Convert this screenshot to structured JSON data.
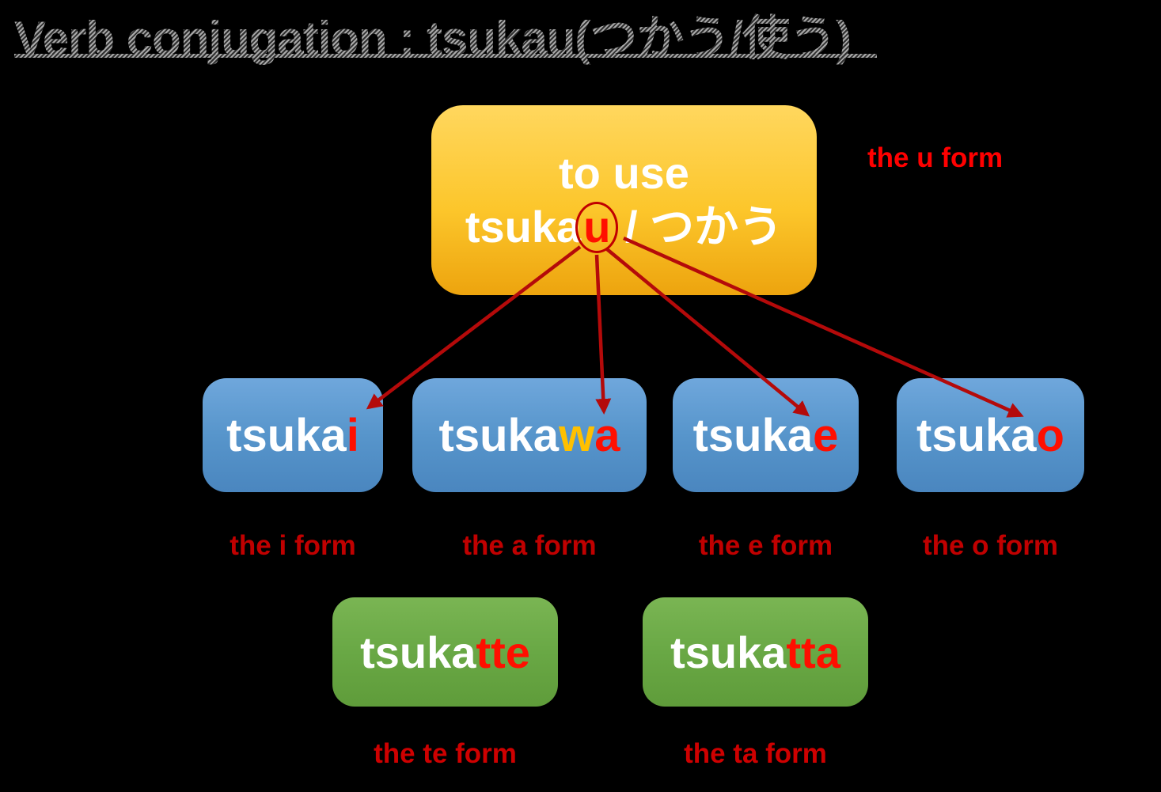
{
  "title": {
    "text": "Verb conjugation : tsukau(つかう/使う)"
  },
  "root": {
    "meaning": "to use",
    "stem": "tsuka",
    "ending": "u",
    "separator": " / ",
    "kana": "つかう",
    "form_label": "the u form"
  },
  "forms": [
    {
      "stem": "tsuka",
      "link": "",
      "ending": "i",
      "label": "the i form"
    },
    {
      "stem": "tsuka",
      "link": "w",
      "ending": "a",
      "label": "the a form"
    },
    {
      "stem": "tsuka",
      "link": "",
      "ending": "e",
      "label": "the e form"
    },
    {
      "stem": "tsuka",
      "link": "",
      "ending": "o",
      "label": "the o form"
    }
  ],
  "past_forms": [
    {
      "stem": "tsuka",
      "ending": "tte",
      "label": "the te form"
    },
    {
      "stem": "tsuka",
      "ending": "tta",
      "label": "the ta form"
    }
  ],
  "colors": {
    "background": "#000000",
    "title_gray": "#8f8f8f",
    "root_box_gold": "#fcc62b",
    "form_box_blue": "#5795cb",
    "past_box_green": "#69a845",
    "highlight_red": "#ff0f00",
    "link_gold": "#ffc000",
    "arrow_red": "#b40a0a",
    "label_red": "#c00000",
    "u_label_red": "#ff0000"
  }
}
